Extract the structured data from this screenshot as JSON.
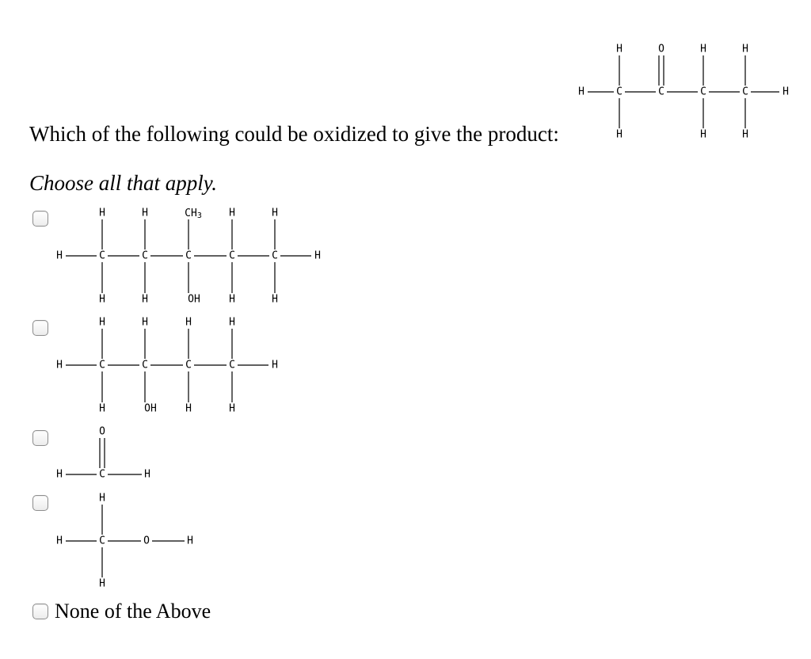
{
  "question": {
    "text": "Which of the following could be oxidized to give the product:",
    "instruction": "Choose all that apply."
  },
  "product_structure": {
    "top_labels": [
      "H",
      "O",
      "H",
      "H"
    ],
    "middle_labels": [
      "H",
      "C",
      "C",
      "C",
      "C",
      "H"
    ],
    "bottom_labels": [
      "H",
      "H",
      "H"
    ]
  },
  "options": [
    {
      "checked": false,
      "structure": {
        "top_labels": [
          "H",
          "H",
          "CH3",
          "H",
          "H"
        ],
        "middle_labels": [
          "H",
          "C",
          "C",
          "C",
          "C",
          "C",
          "H"
        ],
        "bottom_labels": [
          "H",
          "H",
          "OH",
          "H",
          "H"
        ]
      }
    },
    {
      "checked": false,
      "structure": {
        "top_labels": [
          "H",
          "H",
          "H",
          "H"
        ],
        "middle_labels": [
          "H",
          "C",
          "C",
          "C",
          "C",
          "H"
        ],
        "bottom_labels": [
          "H",
          "OH",
          "H",
          "H"
        ]
      }
    },
    {
      "checked": false,
      "structure": {
        "top_labels": [
          "O"
        ],
        "middle_labels": [
          "H",
          "C",
          "H"
        ]
      }
    },
    {
      "checked": false,
      "structure": {
        "top_labels": [
          "H"
        ],
        "middle_labels": [
          "H",
          "C",
          "O",
          "H"
        ],
        "bottom_labels": [
          "H"
        ]
      }
    },
    {
      "checked": false,
      "label": "None of the Above"
    }
  ]
}
